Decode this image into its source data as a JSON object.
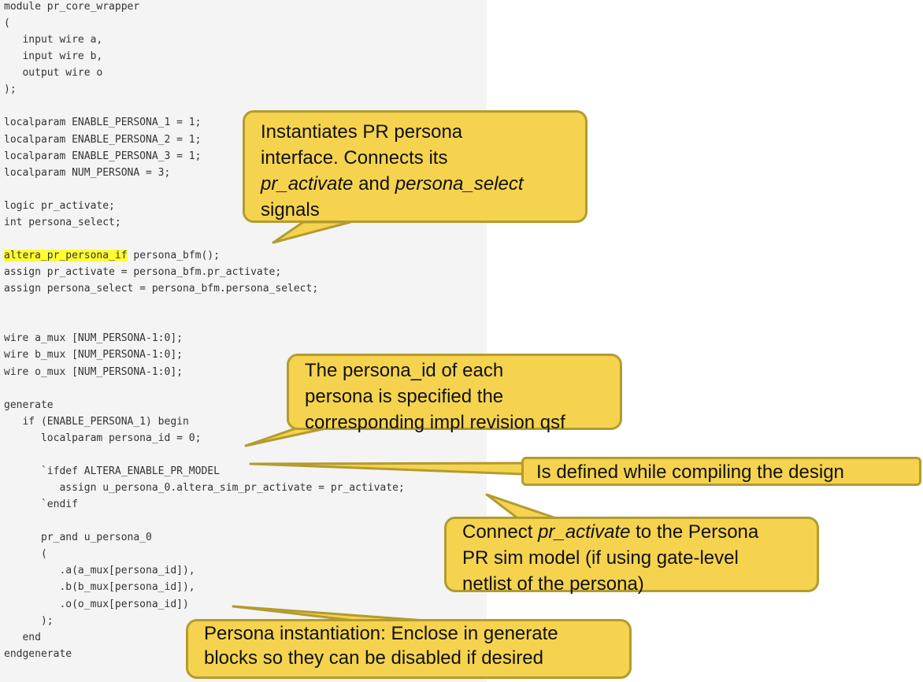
{
  "code": {
    "lines": [
      {
        "text": "module pr_core_wrapper"
      },
      {
        "text": "("
      },
      {
        "text": "   input wire a,"
      },
      {
        "text": "   input wire b,"
      },
      {
        "text": "   output wire o"
      },
      {
        "text": ");"
      },
      {
        "text": ""
      },
      {
        "text": "localparam ENABLE_PERSONA_1 = 1;"
      },
      {
        "text": "localparam ENABLE_PERSONA_2 = 1;"
      },
      {
        "text": "localparam ENABLE_PERSONA_3 = 1;"
      },
      {
        "text": "localparam NUM_PERSONA = 3;"
      },
      {
        "text": ""
      },
      {
        "text": "logic pr_activate;"
      },
      {
        "text": "int persona_select;"
      },
      {
        "text": ""
      },
      {
        "highlight": "altera_pr_persona_if",
        "text": " persona_bfm();"
      },
      {
        "text": "assign pr_activate = persona_bfm.pr_activate;"
      },
      {
        "text": "assign persona_select = persona_bfm.persona_select;"
      },
      {
        "text": ""
      },
      {
        "text": ""
      },
      {
        "text": "wire a_mux [NUM_PERSONA-1:0];"
      },
      {
        "text": "wire b_mux [NUM_PERSONA-1:0];"
      },
      {
        "text": "wire o_mux [NUM_PERSONA-1:0];"
      },
      {
        "text": ""
      },
      {
        "text": "generate"
      },
      {
        "text": "   if (ENABLE_PERSONA_1) begin"
      },
      {
        "text": "      localparam persona_id = 0;"
      },
      {
        "text": ""
      },
      {
        "text": "      `ifdef ALTERA_ENABLE_PR_MODEL"
      },
      {
        "text": "         assign u_persona_0.altera_sim_pr_activate = pr_activate;"
      },
      {
        "text": "      `endif"
      },
      {
        "text": ""
      },
      {
        "text": "      pr_and u_persona_0"
      },
      {
        "text": "      ("
      },
      {
        "text": "         .a(a_mux[persona_id]),"
      },
      {
        "text": "         .b(b_mux[persona_id]),"
      },
      {
        "text": "         .o(o_mux[persona_id])"
      },
      {
        "text": "      );"
      },
      {
        "text": "   end"
      },
      {
        "text": "endgenerate"
      }
    ]
  },
  "callouts": {
    "interface": {
      "l1": "Instantiates PR persona",
      "l2": "interface. Connects its",
      "l3_i1": "pr_activate",
      "l3_m": " and ",
      "l3_i2": "persona_select",
      "l4": "signals"
    },
    "persona_id": {
      "l1": "The persona_id of each",
      "l2": "persona is specified the",
      "l3": "corresponding impl revision qsf"
    },
    "ifdef": {
      "l1": "Is defined while compiling the design"
    },
    "connect": {
      "l1_a": "Connect ",
      "l1_i": "pr_activate",
      "l1_b": " to the Persona",
      "l2": "PR sim model (if using gate-level",
      "l3": "netlist of the persona)"
    },
    "instantiation": {
      "l1": "Persona instantiation: Enclose in generate",
      "l2": "blocks so they can be disabled if desired"
    }
  },
  "colors": {
    "callout_fill": "#f5d34f",
    "callout_border": "#b39b2f",
    "highlight": "#ffff33",
    "code_bg": "#f4f4f4"
  }
}
